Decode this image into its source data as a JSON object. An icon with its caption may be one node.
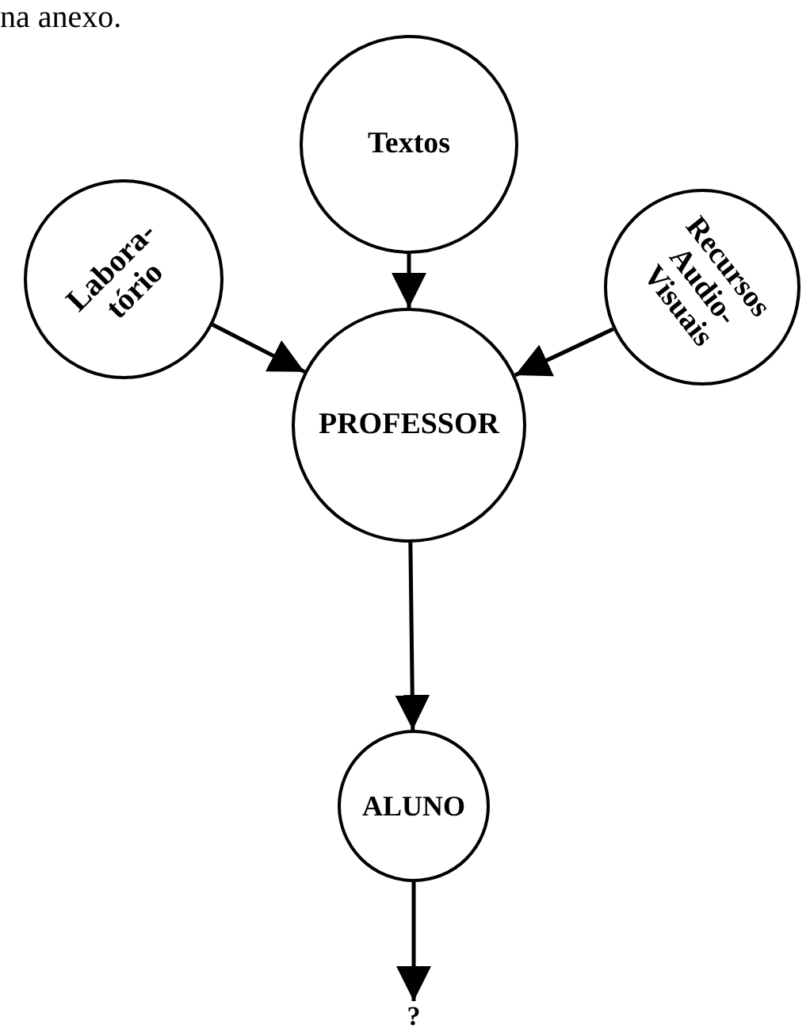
{
  "diagram": {
    "nodes": [
      {
        "text": [
          "Textos"
        ]
      },
      {
        "text": [
          "Labora- tório"
        ]
      },
      {
        "text": [
          "Recursos Audio- Visuais"
        ]
      },
      {
        "text": [
          "PROFESSOR"
        ]
      },
      {
        "text": [
          "ALUNO"
        ]
      },
      {
        "text": [
          "?"
        ]
      }
    ],
    "edges": [
      {
        "from": 0,
        "to": 3,
        "arrow": "to"
      },
      {
        "from": 1,
        "to": 3,
        "arrow": "to"
      },
      {
        "from": 2,
        "to": 3,
        "arrow": "to"
      },
      {
        "from": 3,
        "to": 4,
        "arrow": "to"
      },
      {
        "from": 4,
        "to": 5,
        "arrow": "to"
      }
    ],
    "labels": [
      "na anexo."
    ]
  }
}
